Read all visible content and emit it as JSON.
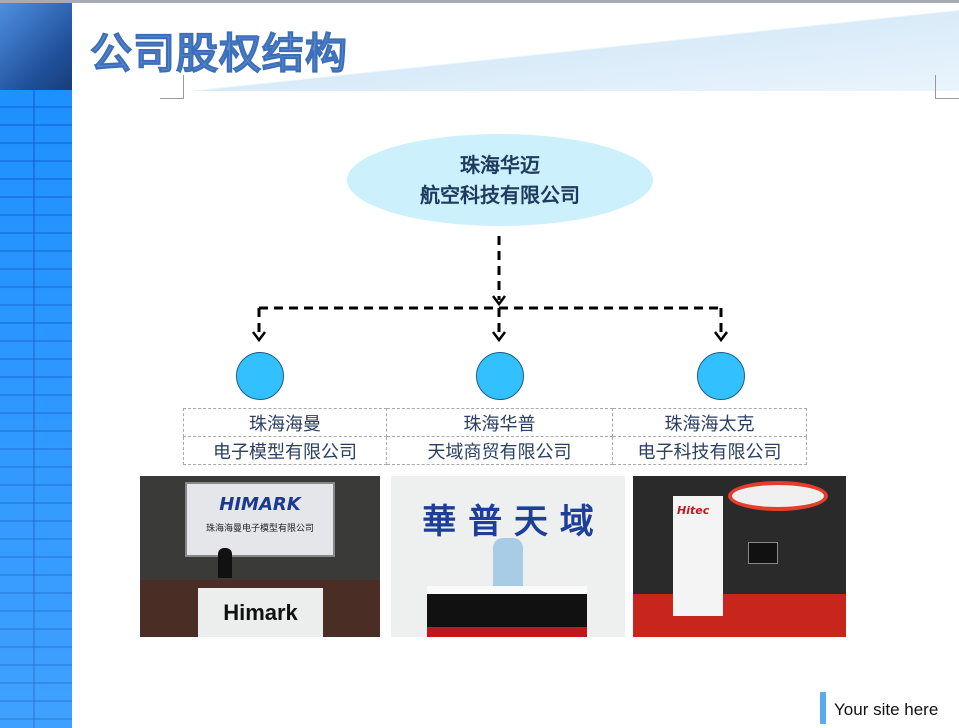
{
  "title": "公司股权结构",
  "parent": {
    "line1": "珠海华迈",
    "line2": "航空科技有限公司"
  },
  "subsidiaries": [
    {
      "line1": "珠海海曼",
      "line2": "电子模型有限公司"
    },
    {
      "line1": "珠海华普",
      "line2": "天域商贸有限公司"
    },
    {
      "line1": "珠海海太克",
      "line2": "电子科技有限公司"
    }
  ],
  "photos": [
    {
      "sign": "HIMARK",
      "sub": "珠海海曼电子模型有限公司",
      "desk": "Himark"
    },
    {
      "sign": "華 普 天 域"
    },
    {
      "sign": "Hitec"
    }
  ],
  "footer": "Your site here"
}
